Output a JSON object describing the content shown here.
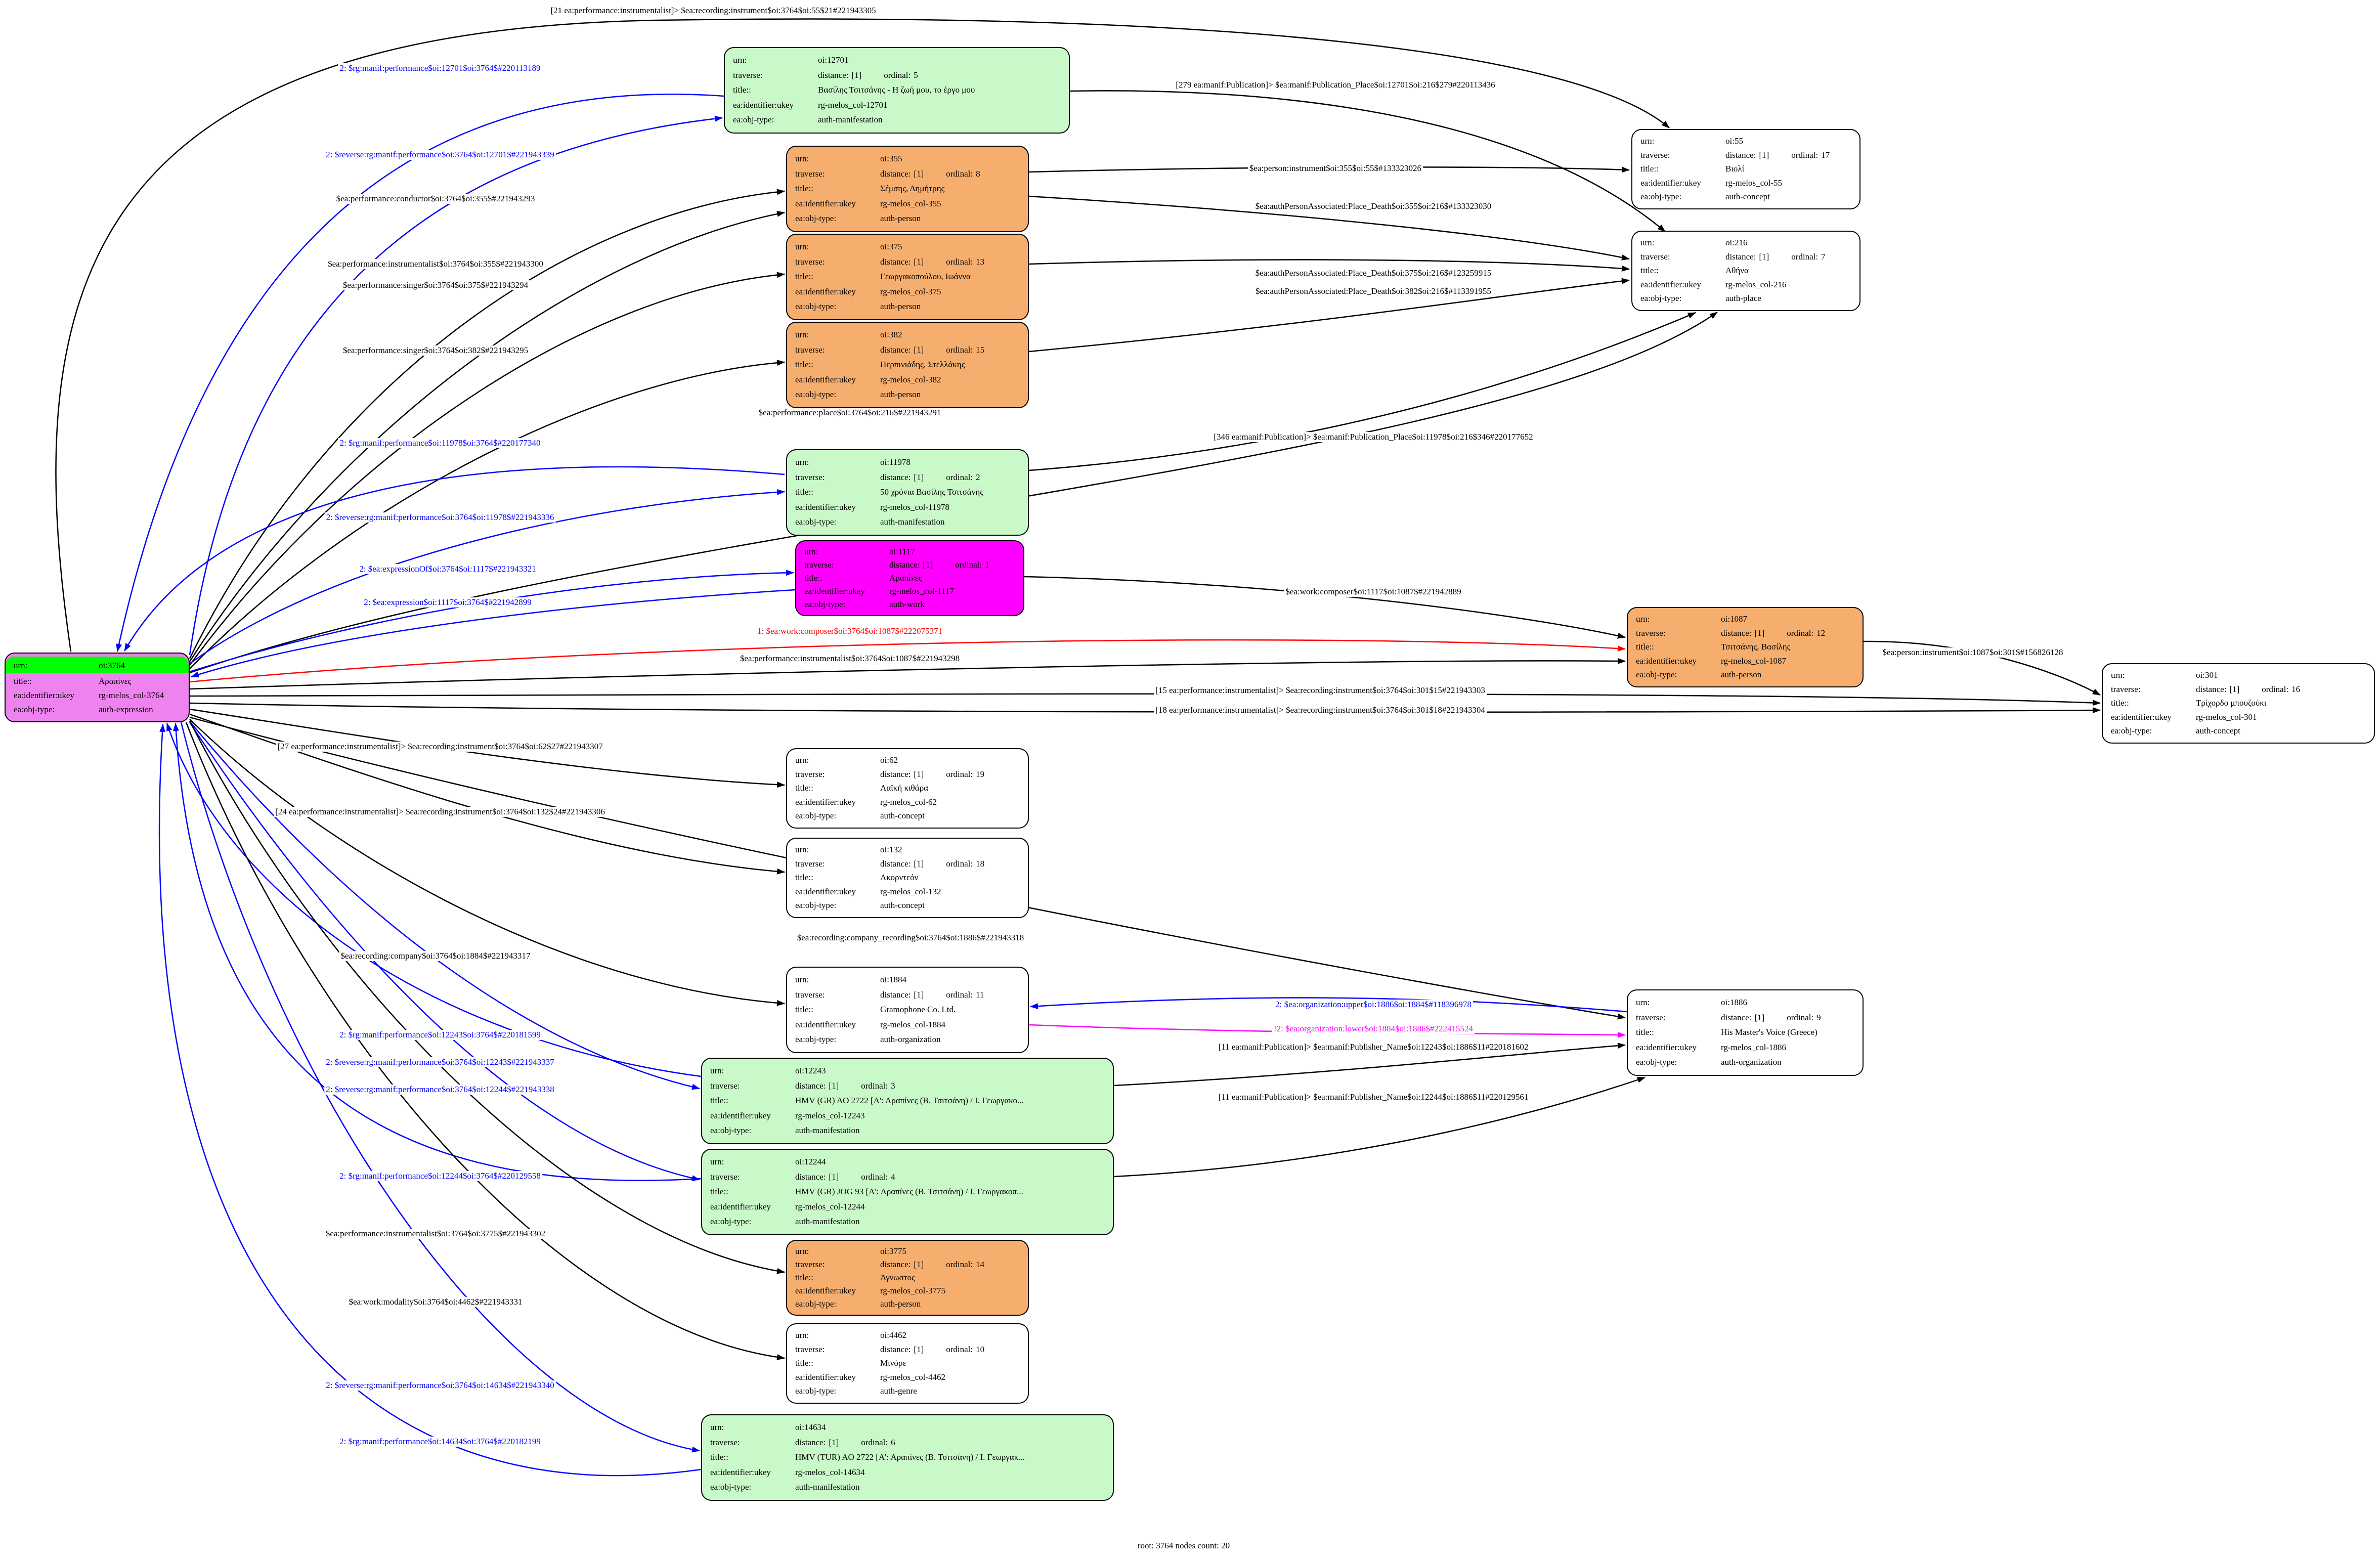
{
  "footer": "root: 3764 nodes count: 20",
  "field_labels": {
    "urn": "urn:",
    "traverse": "traverse:",
    "distance_label": "distance:",
    "distance_value": "[1]",
    "ordinal_label": "ordinal:",
    "title": "title::",
    "ukey": "ea:identifier:ukey",
    "objtype": "ea:obj-type:"
  },
  "colors": {
    "root_bg": "#ee82ee",
    "root_urn": "#00ff00",
    "manifestation": "#c9f8c9",
    "person": "#f5ae6e",
    "work": "#ff00ff",
    "plain": "#ffffff",
    "edge_black": "#000000",
    "edge_blue": "#0000ff",
    "edge_red": "#ff0000",
    "edge_magenta": "#ff00ff"
  },
  "nodes": [
    {
      "id": "3764",
      "urn": "oi:3764",
      "ordinal": null,
      "title": "Αραπίνες",
      "ukey": "rg-melos_col-3764",
      "objtype": "auth-expression",
      "type": "root"
    },
    {
      "id": "12701",
      "urn": "oi:12701",
      "ordinal": "5",
      "title": "Βασίλης Τσιτσάνης - Η ζωή μου, το έργο μου",
      "ukey": "rg-melos_col-12701",
      "objtype": "auth-manifestation",
      "type": "manifestation"
    },
    {
      "id": "355",
      "urn": "oi:355",
      "ordinal": "8",
      "title": "Σέμσης, Δημήτρης",
      "ukey": "rg-melos_col-355",
      "objtype": "auth-person",
      "type": "person"
    },
    {
      "id": "375",
      "urn": "oi:375",
      "ordinal": "13",
      "title": "Γεωργακοπούλου, Ιωάννα",
      "ukey": "rg-melos_col-375",
      "objtype": "auth-person",
      "type": "person"
    },
    {
      "id": "382",
      "urn": "oi:382",
      "ordinal": "15",
      "title": "Περπινιάδης, Στελλάκης",
      "ukey": "rg-melos_col-382",
      "objtype": "auth-person",
      "type": "person"
    },
    {
      "id": "11978",
      "urn": "oi:11978",
      "ordinal": "2",
      "title": "50 χρόνια Βασίλης Τσιτσάνης",
      "ukey": "rg-melos_col-11978",
      "objtype": "auth-manifestation",
      "type": "manifestation"
    },
    {
      "id": "1117",
      "urn": "oi:1117",
      "ordinal": "1",
      "title": "Αραπίνες",
      "ukey": "rg-melos_col-1117",
      "objtype": "auth-work",
      "type": "work"
    },
    {
      "id": "55",
      "urn": "oi:55",
      "ordinal": "17",
      "title": "Βιολί",
      "ukey": "rg-melos_col-55",
      "objtype": "auth-concept",
      "type": "plain"
    },
    {
      "id": "216",
      "urn": "oi:216",
      "ordinal": "7",
      "title": "Αθήνα",
      "ukey": "rg-melos_col-216",
      "objtype": "auth-place",
      "type": "plain"
    },
    {
      "id": "1087",
      "urn": "oi:1087",
      "ordinal": "12",
      "title": "Τσιτσάνης, Βασίλης",
      "ukey": "rg-melos_col-1087",
      "objtype": "auth-person",
      "type": "person"
    },
    {
      "id": "301",
      "urn": "oi:301",
      "ordinal": "16",
      "title": "Τρίχορδο μπουζούκι",
      "ukey": "rg-melos_col-301",
      "objtype": "auth-concept",
      "type": "plain"
    },
    {
      "id": "62",
      "urn": "oi:62",
      "ordinal": "19",
      "title": "Λαϊκή κιθάρα",
      "ukey": "rg-melos_col-62",
      "objtype": "auth-concept",
      "type": "plain"
    },
    {
      "id": "132",
      "urn": "oi:132",
      "ordinal": "18",
      "title": "Ακορντεόν",
      "ukey": "rg-melos_col-132",
      "objtype": "auth-concept",
      "type": "plain"
    },
    {
      "id": "1884",
      "urn": "oi:1884",
      "ordinal": "11",
      "title": "Gramophone Co. Ltd.",
      "ukey": "rg-melos_col-1884",
      "objtype": "auth-organization",
      "type": "plain"
    },
    {
      "id": "1886",
      "urn": "oi:1886",
      "ordinal": "9",
      "title": "His Master's Voice (Greece)",
      "ukey": "rg-melos_col-1886",
      "objtype": "auth-organization",
      "type": "plain"
    },
    {
      "id": "12243",
      "urn": "oi:12243",
      "ordinal": "3",
      "title": "HMV (GR) AO 2722 [Α': Αραπίνες (Β. Τσιτσάνη) / Ι. Γεωργακο...",
      "ukey": "rg-melos_col-12243",
      "objtype": "auth-manifestation",
      "type": "manifestation"
    },
    {
      "id": "12244",
      "urn": "oi:12244",
      "ordinal": "4",
      "title": "HMV (GR) JOG 93 [Α': Αραπίνες (Β. Τσιτσάνη) / Ι. Γεωργακοπ...",
      "ukey": "rg-melos_col-12244",
      "objtype": "auth-manifestation",
      "type": "manifestation"
    },
    {
      "id": "3775",
      "urn": "oi:3775",
      "ordinal": "14",
      "title": "Άγνωστος",
      "ukey": "rg-melos_col-3775",
      "objtype": "auth-person",
      "type": "person"
    },
    {
      "id": "4462",
      "urn": "oi:4462",
      "ordinal": "10",
      "title": "Μινόρε",
      "ukey": "rg-melos_col-4462",
      "objtype": "auth-genre",
      "type": "plain"
    },
    {
      "id": "14634",
      "urn": "oi:14634",
      "ordinal": "6",
      "title": "HMV (TUR) AO 2722 [Α': Αραπίνες (Β. Τσιτσάνη) / Ι. Γεωργακ...",
      "ukey": "rg-melos_col-14634",
      "objtype": "auth-manifestation",
      "type": "manifestation"
    }
  ],
  "edges": [
    {
      "label": "[21 ea:performance:instrumentalist]> $ea:recording:instrument$oi:3764$oi:55$21#221943305",
      "color": "black",
      "from": "3764",
      "to": "55"
    },
    {
      "label": "2: $rg:manif:performance$oi:12701$oi:3764$#220113189",
      "color": "blue",
      "from": "12701",
      "to": "3764"
    },
    {
      "label": "[279 ea:manif:Publication]> $ea:manif:Publication_Place$oi:12701$oi:216$279#220113436",
      "color": "black",
      "from": "12701",
      "to": "216"
    },
    {
      "label": "2: $reverse:rg:manif:performance$oi:3764$oi:12701$#221943339",
      "color": "blue",
      "from": "3764",
      "to": "12701"
    },
    {
      "label": "$ea:performance:conductor$oi:3764$oi:355$#221943293",
      "color": "black",
      "from": "3764",
      "to": "355"
    },
    {
      "label": "$ea:person:instrument$oi:355$oi:55$#133323026",
      "color": "black",
      "from": "355",
      "to": "55"
    },
    {
      "label": "$ea:authPersonAssociated:Place_Death$oi:355$oi:216$#133323030",
      "color": "black",
      "from": "355",
      "to": "216"
    },
    {
      "label": "$ea:performance:instrumentalist$oi:3764$oi:355$#221943300",
      "color": "black",
      "from": "3764",
      "to": "355"
    },
    {
      "label": "$ea:performance:singer$oi:3764$oi:375$#221943294",
      "color": "black",
      "from": "3764",
      "to": "375"
    },
    {
      "label": "$ea:authPersonAssociated:Place_Death$oi:375$oi:216$#123259915",
      "color": "black",
      "from": "375",
      "to": "216"
    },
    {
      "label": "$ea:authPersonAssociated:Place_Death$oi:382$oi:216$#113391955",
      "color": "black",
      "from": "382",
      "to": "216"
    },
    {
      "label": "$ea:performance:singer$oi:3764$oi:382$#221943295",
      "color": "black",
      "from": "3764",
      "to": "382"
    },
    {
      "label": "$ea:performance:place$oi:3764$oi:216$#221943291",
      "color": "black",
      "from": "3764",
      "to": "216"
    },
    {
      "label": "2: $rg:manif:performance$oi:11978$oi:3764$#220177340",
      "color": "blue",
      "from": "11978",
      "to": "3764"
    },
    {
      "label": "[346 ea:manif:Publication]> $ea:manif:Publication_Place$oi:11978$oi:216$346#220177652",
      "color": "black",
      "from": "11978",
      "to": "216"
    },
    {
      "label": "2: $reverse:rg:manif:performance$oi:3764$oi:11978$#221943336",
      "color": "blue",
      "from": "3764",
      "to": "11978"
    },
    {
      "label": "2: $ea:expressionOf$oi:3764$oi:1117$#221943321",
      "color": "blue",
      "from": "3764",
      "to": "1117"
    },
    {
      "label": "2: $ea:expression$oi:1117$oi:3764$#221942899",
      "color": "blue",
      "from": "1117",
      "to": "3764"
    },
    {
      "label": "$ea:work:composer$oi:1117$oi:1087$#221942889",
      "color": "black",
      "from": "1117",
      "to": "1087"
    },
    {
      "label": "1: $ea:work:composer$oi:3764$oi:1087$#222075371",
      "color": "red",
      "from": "3764",
      "to": "1087"
    },
    {
      "label": "$ea:performance:instrumentalist$oi:3764$oi:1087$#221943298",
      "color": "black",
      "from": "3764",
      "to": "1087"
    },
    {
      "label": "$ea:person:instrument$oi:1087$oi:301$#156826128",
      "color": "black",
      "from": "1087",
      "to": "301"
    },
    {
      "label": "[15 ea:performance:instrumentalist]> $ea:recording:instrument$oi:3764$oi:301$15#221943303",
      "color": "black",
      "from": "3764",
      "to": "301"
    },
    {
      "label": "[18 ea:performance:instrumentalist]> $ea:recording:instrument$oi:3764$oi:301$18#221943304",
      "color": "black",
      "from": "3764",
      "to": "301"
    },
    {
      "label": "[27 ea:performance:instrumentalist]> $ea:recording:instrument$oi:3764$oi:62$27#221943307",
      "color": "black",
      "from": "3764",
      "to": "62"
    },
    {
      "label": "[24 ea:performance:instrumentalist]> $ea:recording:instrument$oi:3764$oi:132$24#221943306",
      "color": "black",
      "from": "3764",
      "to": "132"
    },
    {
      "label": "$ea:recording:company$oi:3764$oi:1884$#221943317",
      "color": "black",
      "from": "3764",
      "to": "1884"
    },
    {
      "label": "$ea:recording:company_recording$oi:3764$oi:1886$#221943318",
      "color": "black",
      "from": "3764",
      "to": "1886"
    },
    {
      "label": "2: $rg:manif:performance$oi:12243$oi:3764$#220181599",
      "color": "blue",
      "from": "12243",
      "to": "3764"
    },
    {
      "label": "2: $reverse:rg:manif:performance$oi:3764$oi:12243$#221943337",
      "color": "blue",
      "from": "3764",
      "to": "12243"
    },
    {
      "label": "2: $ea:organization:upper$oi:1886$oi:1884$#118396978",
      "color": "blue",
      "from": "1886",
      "to": "1884"
    },
    {
      "label": "!2: $ea:organization:lower$oi:1884$oi:1886$#222415524",
      "color": "magenta",
      "from": "1884",
      "to": "1886"
    },
    {
      "label": "[11 ea:manif:Publication]> $ea:manif:Publisher_Name$oi:12243$oi:1886$11#220181602",
      "color": "black",
      "from": "12243",
      "to": "1886"
    },
    {
      "label": "2: $reverse:rg:manif:performance$oi:3764$oi:12244$#221943338",
      "color": "blue",
      "from": "3764",
      "to": "12244"
    },
    {
      "label": "[11 ea:manif:Publication]> $ea:manif:Publisher_Name$oi:12244$oi:1886$11#220129561",
      "color": "black",
      "from": "12244",
      "to": "1886"
    },
    {
      "label": "2: $rg:manif:performance$oi:12244$oi:3764$#220129558",
      "color": "blue",
      "from": "12244",
      "to": "3764"
    },
    {
      "label": "$ea:performance:instrumentalist$oi:3764$oi:3775$#221943302",
      "color": "black",
      "from": "3764",
      "to": "3775"
    },
    {
      "label": "$ea:work:modality$oi:3764$oi:4462$#221943331",
      "color": "black",
      "from": "3764",
      "to": "4462"
    },
    {
      "label": "2: $reverse:rg:manif:performance$oi:3764$oi:14634$#221943340",
      "color": "blue",
      "from": "3764",
      "to": "14634"
    },
    {
      "label": "2: $rg:manif:performance$oi:14634$oi:3764$#220182199",
      "color": "blue",
      "from": "14634",
      "to": "3764"
    }
  ]
}
